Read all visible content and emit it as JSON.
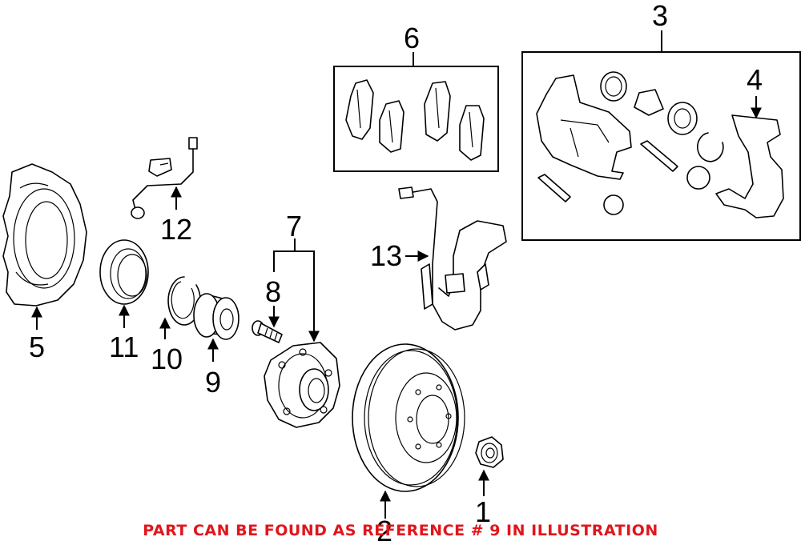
{
  "callouts": {
    "c1": "1",
    "c2": "2",
    "c3": "3",
    "c4": "4",
    "c5": "5",
    "c6": "6",
    "c7": "7",
    "c8": "8",
    "c9": "9",
    "c10": "10",
    "c11": "11",
    "c12": "12",
    "c13": "13"
  },
  "caption": "PART CAN BE FOUND AS REFERENCE # 9 IN ILLUSTRATION",
  "colors": {
    "caption": "#e0161c",
    "line": "#000000",
    "background": "#ffffff"
  }
}
